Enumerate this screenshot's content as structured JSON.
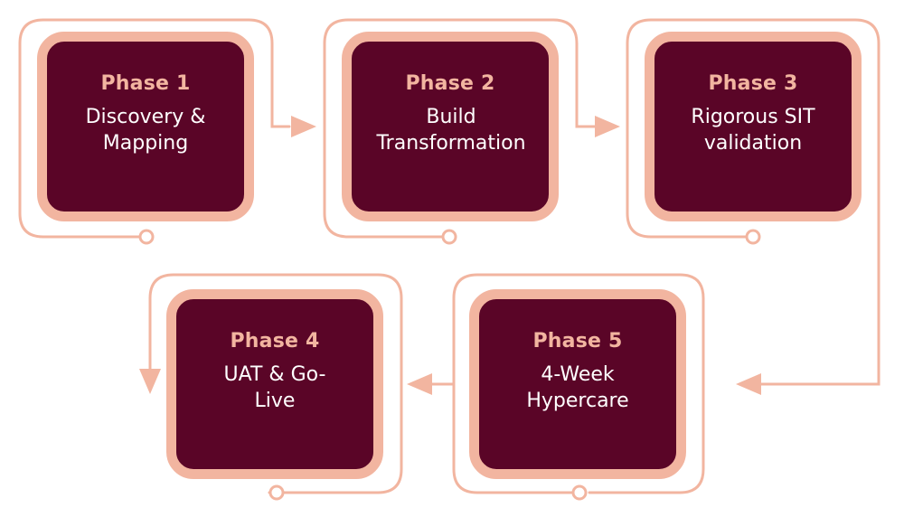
{
  "diagram": {
    "colors": {
      "box_fill": "#5a0527",
      "box_border": "#f2b5a0",
      "accent": "#f2b5a0",
      "text": "#ffffff"
    },
    "phases": [
      {
        "title": "Phase 1",
        "description": "Discovery & Mapping"
      },
      {
        "title": "Phase 2",
        "description": "Build Transformation"
      },
      {
        "title": "Phase 3",
        "description": "Rigorous SIT validation"
      },
      {
        "title": "Phase 4",
        "description": "UAT & Go-Live"
      },
      {
        "title": "Phase 5",
        "description": "4-Week Hypercare"
      }
    ]
  }
}
